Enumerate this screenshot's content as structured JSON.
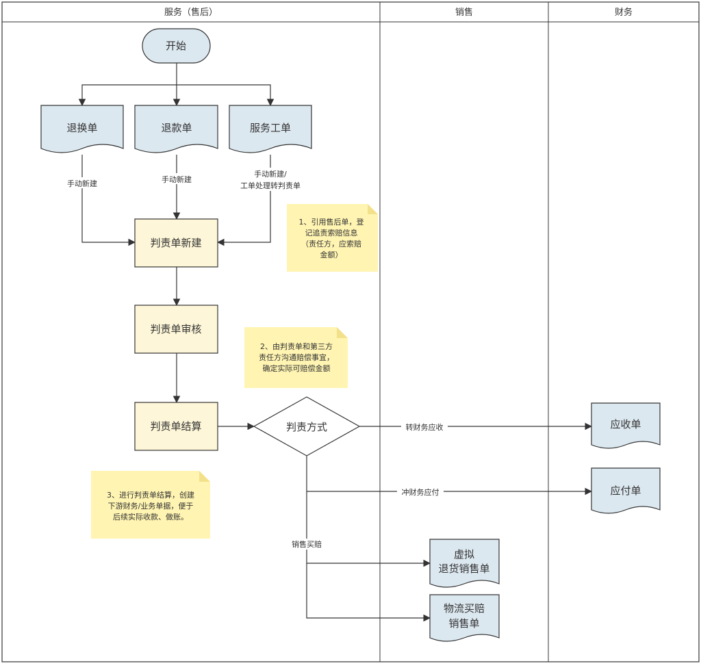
{
  "lanes": [
    {
      "title": "服务（售后）"
    },
    {
      "title": "销售"
    },
    {
      "title": "财务"
    }
  ],
  "nodes": {
    "start": "开始",
    "doc_exchange": "退换单",
    "doc_refund": "退款单",
    "doc_service": "服务工单",
    "create": "判责单新建",
    "review": "判责单审核",
    "settle": "判责单结算",
    "decision": "判责方式",
    "receivable": "应收单",
    "payable": "应付单",
    "virtual_return": [
      "虚拟",
      "退货销售单"
    ],
    "logistics_sale": [
      "物流买赔",
      "销售单"
    ]
  },
  "edge_labels": {
    "manual_new_1": "手动新建",
    "manual_new_2": "手动新建",
    "manual_new_3": [
      "手动新建/",
      "工单处理转判责单"
    ],
    "to_receivable": "转财务应收",
    "to_payable": "冲财务应付",
    "sales_compensation": "销售买赔"
  },
  "notes": {
    "note1": [
      "1、引用售后单，登",
      "记追责索赔信息",
      "（责任方，应索赔",
      "金额）"
    ],
    "note2": [
      "2、由判责单和第三方",
      "责任方沟通赔偿事宜，",
      "确定实际可赔偿金额"
    ],
    "note3": [
      "3、进行判责单结算，创建",
      "下游财务/业务单据，便于",
      "后续实际收款、做账。"
    ]
  },
  "colors": {
    "document_fill": "#dce8f0",
    "process_fill": "#fdf6d8",
    "note_fill": "#fff4b2",
    "stroke": "#333333"
  }
}
